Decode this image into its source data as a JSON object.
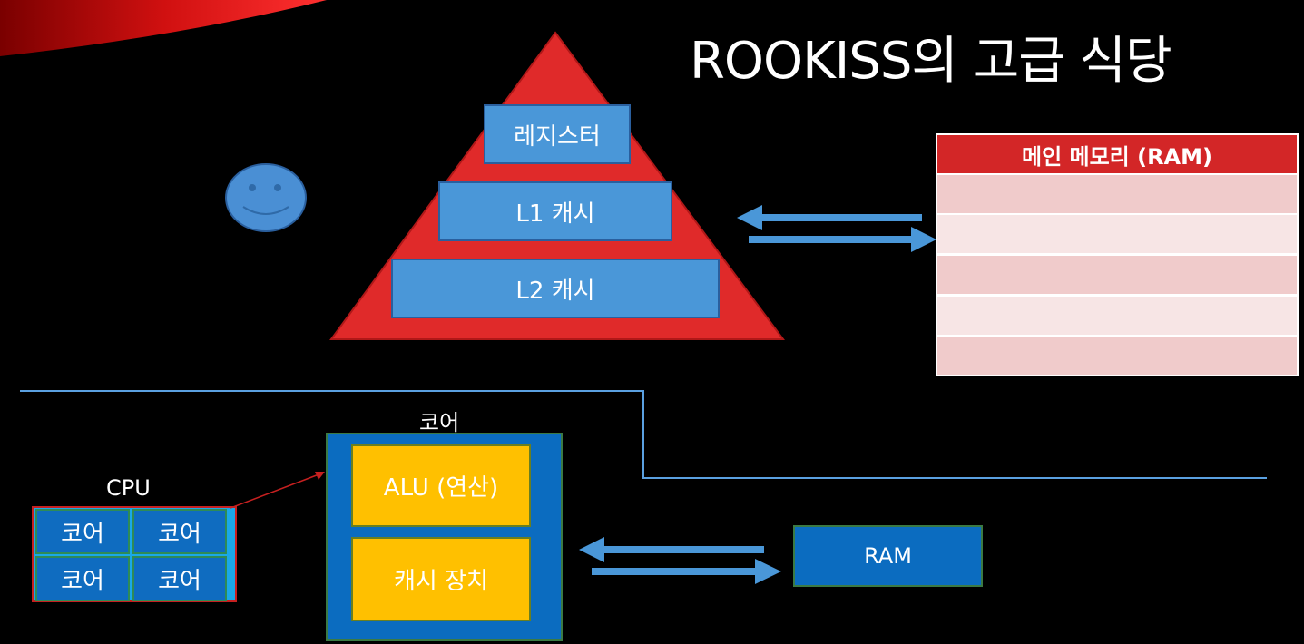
{
  "title": "ROOKISS의 고급 식당",
  "pyramid": {
    "levels": [
      "레지스터",
      "L1 캐시",
      "L2 캐시"
    ]
  },
  "main_memory": {
    "header": "메인 메모리 (RAM)",
    "row_count": 5
  },
  "cpu": {
    "label": "CPU",
    "cores": [
      "코어",
      "코어",
      "코어",
      "코어"
    ]
  },
  "core_detail": {
    "label": "코어",
    "alu": "ALU (연산)",
    "cache": "캐시 장치"
  },
  "ram_box": {
    "label": "RAM"
  },
  "colors": {
    "accent_red": "#d32627",
    "cache_blue": "#4a97d8",
    "core_blue": "#0b6cc0",
    "unit_yellow": "#ffc000",
    "ram_row_dark": "#f0cbcb",
    "ram_row_light": "#f7e5e5"
  }
}
